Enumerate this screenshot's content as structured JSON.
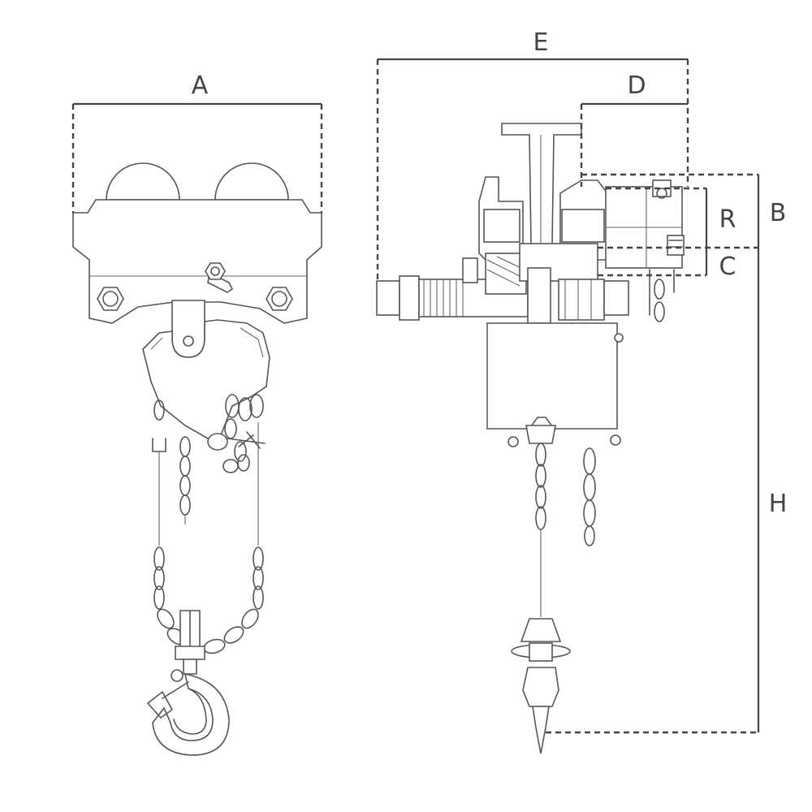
{
  "labels": {
    "A": "A",
    "E": "E",
    "D": "D",
    "B": "B",
    "R": "R",
    "C": "C",
    "H": "H"
  },
  "colors": {
    "line": "#555555",
    "dimension": "#444444",
    "background": "#ffffff"
  }
}
